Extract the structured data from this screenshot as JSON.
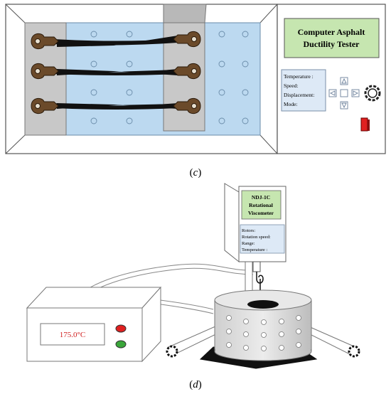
{
  "panel_c": {
    "label": "(c)",
    "label_parts": [
      "(",
      "c",
      ")"
    ],
    "device_title_line1": "Computer Asphalt",
    "device_title_line2": "Ductility Tester",
    "readouts": [
      "Temperature :",
      "Speed:",
      "Displacement:",
      "Mode:"
    ],
    "colors": {
      "bath": "#bcd9f0",
      "clamp_plate": "#c8c8c8",
      "title_box": "#c6e6b0",
      "stop_button": "#e02020"
    }
  },
  "panel_d": {
    "label": "(d)",
    "label_parts": [
      "(",
      "d",
      ")"
    ],
    "viscometer_title_line1": "NDJ-1C",
    "viscometer_title_line2": "Rotational",
    "viscometer_title_line3": "Viscometer",
    "readouts": [
      "Rotors:",
      "Rotation speed:",
      "Range:",
      "Temperature :"
    ],
    "controller_display": "175.0°C",
    "colors": {
      "display_text": "#d02020",
      "red_button": "#e02020",
      "green_button": "#3aa63a"
    }
  }
}
